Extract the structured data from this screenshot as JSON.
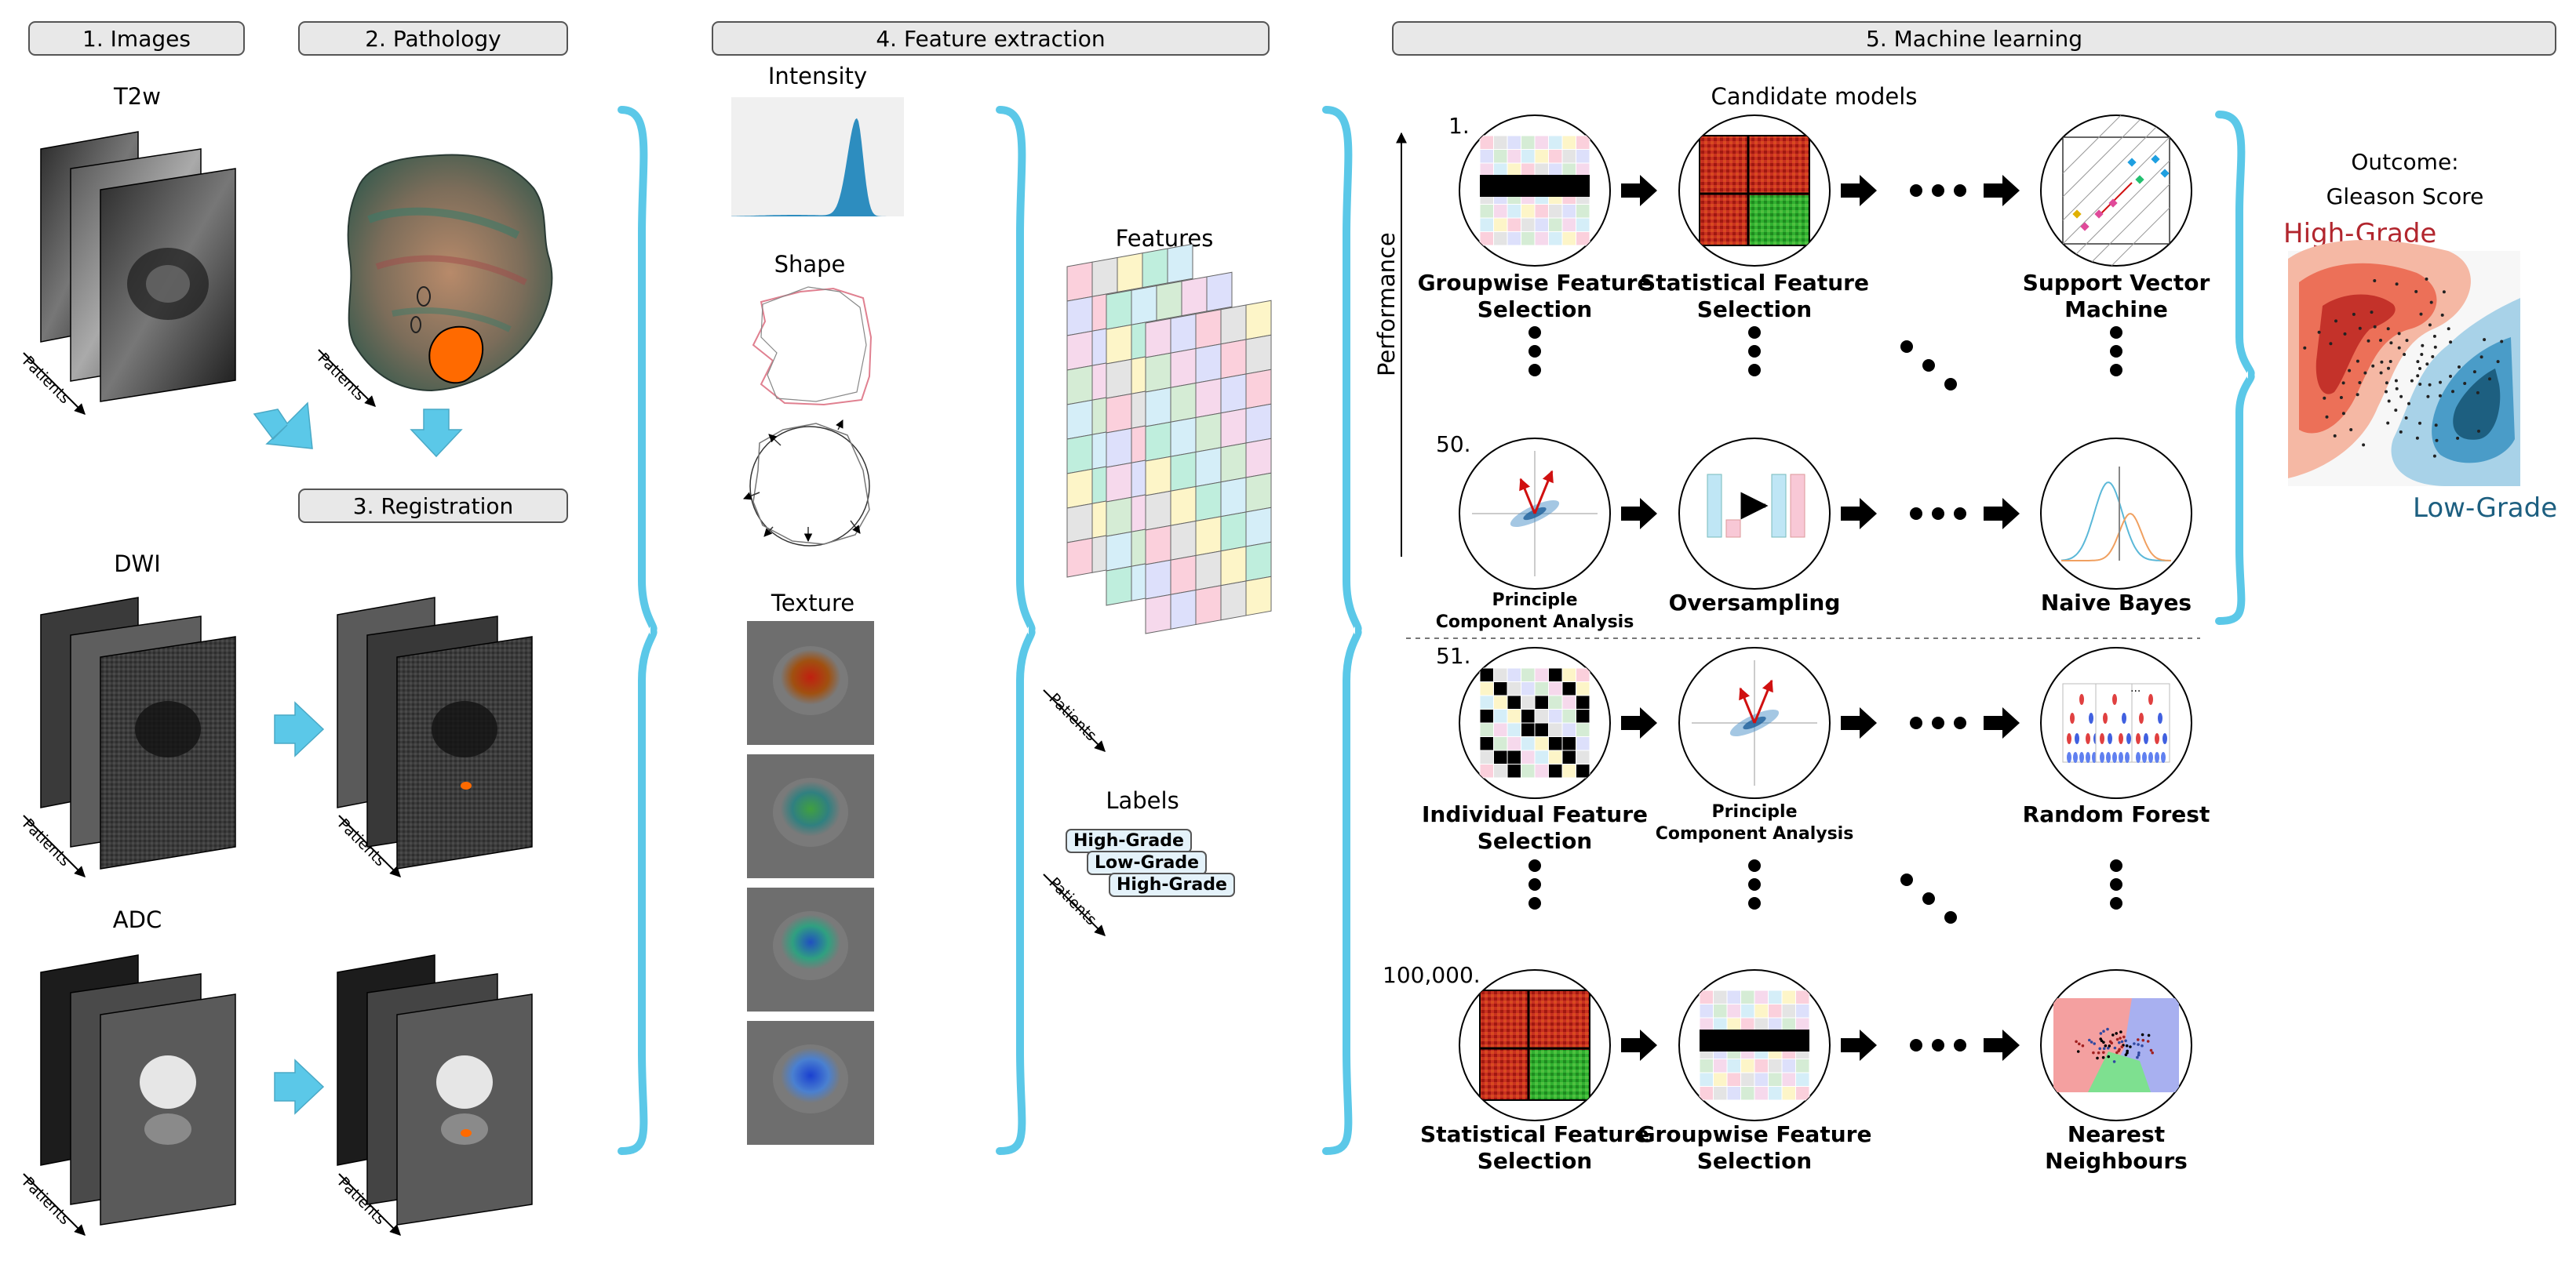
{
  "headers": {
    "images": "1. Images",
    "pathology": "2. Pathology",
    "registration": "3. Registration",
    "feature_extraction": "4. Feature extraction",
    "machine_learning": "5. Machine learning"
  },
  "images": {
    "t2w": "T2w",
    "dwi": "DWI",
    "adc": "ADC",
    "patients": "Patients"
  },
  "features": {
    "intensity": "Intensity",
    "shape": "Shape",
    "texture": "Texture",
    "features_title": "Features",
    "labels_title": "Labels",
    "label_cards": [
      "High-Grade",
      "Low-Grade",
      "High-Grade"
    ]
  },
  "ml": {
    "candidate_models": "Candidate models",
    "performance": "Performance",
    "ranks": [
      "1.",
      "50.",
      "51.",
      "100,000."
    ],
    "row1": [
      "Groupwise Feature|Selection",
      "Statistical Feature|Selection",
      "Support Vector|Machine"
    ],
    "row2": [
      "Principle|Component Analysis",
      "Oversampling",
      "Naive Bayes"
    ],
    "row3": [
      "Individual Feature|Selection",
      "Principle|Component Analysis",
      "Random Forest"
    ],
    "row4": [
      "Statistical Feature|Selection",
      "Groupwise Feature|Selection",
      "Nearest|Neighbours"
    ]
  },
  "outcome": {
    "title_line1": "Outcome:",
    "title_line2": "Gleason Score",
    "high": "High-Grade",
    "low": "Low-Grade"
  },
  "colors": {
    "accent_blue": "#5bc8e8",
    "high_grade": "#b2262e",
    "low_grade": "#1d5f80",
    "header_fill": "#e8e8e8"
  }
}
